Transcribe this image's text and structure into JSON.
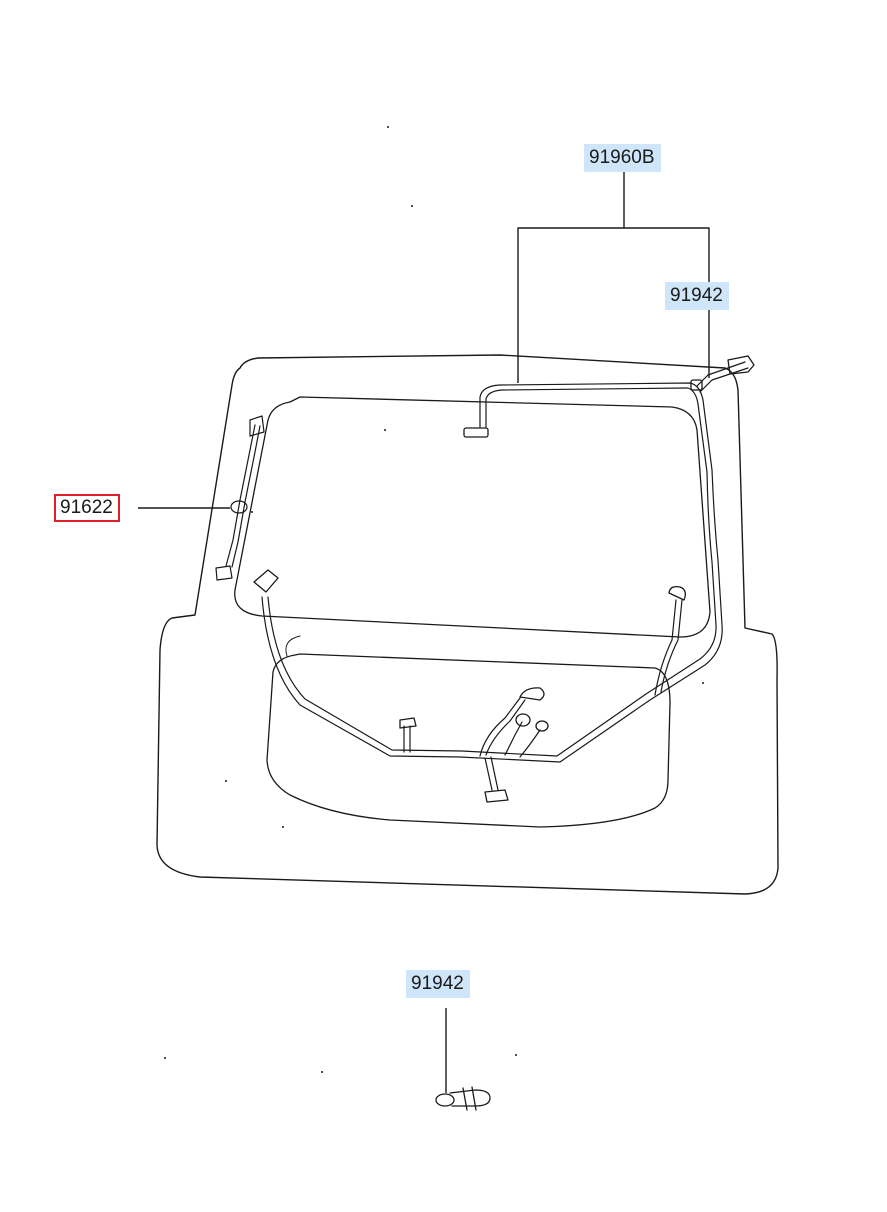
{
  "diagram": {
    "labels": {
      "harness": "91960B",
      "grommet_top": "91942",
      "clip_left": "91622",
      "grommet_bottom": "91942"
    },
    "selected_label": "91622",
    "colors": {
      "label_bg": "#cfe6fa",
      "selected_border": "#e0202a",
      "line": "#1a1a1a"
    }
  }
}
